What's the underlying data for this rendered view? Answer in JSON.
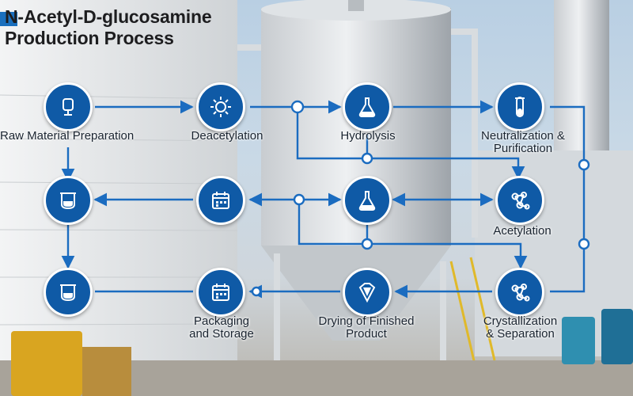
{
  "title": {
    "line1": "N-Acetyl-D-glucosamine",
    "line2": "Production Process"
  },
  "accent_color": "#1a6fbd",
  "node_color": "#0f5aa6",
  "flow_color": "#1b6cc0",
  "labels": {
    "raw_material": "Raw Material Preparation",
    "deacetylation": "Deacetylation",
    "hydrolysis": "Hydrolysis",
    "neutralization": "Neutralization &\nPurification",
    "acetylation": "Acetylation",
    "packaging": "Packaging\nand Storage",
    "drying": "Drying of Finished\nProduct",
    "crystallization": "Crystallization\n& Separation"
  },
  "icons": {
    "raw_material": "cylinder-vessel-icon",
    "deacetylation": "sun-gear-icon",
    "hydrolysis": "flask-icon",
    "neutralization": "test-tube-icon",
    "row2_left": "tank-icon",
    "row2_mid": "calendar-icon",
    "row2_flask": "flask-icon",
    "acetylation": "molecule-icon",
    "row3_left": "tank-icon",
    "packaging": "calendar-icon",
    "drying": "diamond-drop-icon",
    "crystallization": "molecule-icon"
  }
}
